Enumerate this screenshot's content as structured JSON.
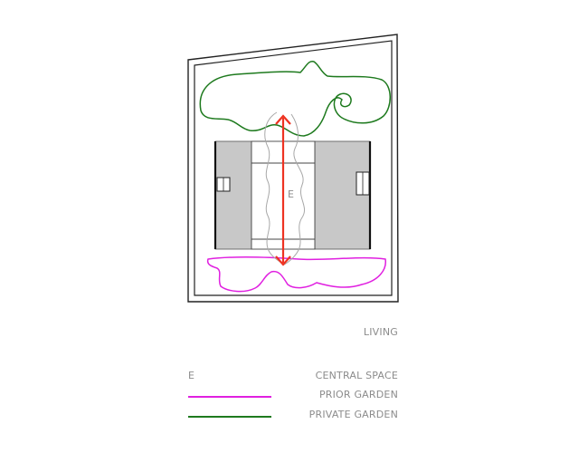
{
  "plan": {
    "central_marker": "E",
    "caption": "LIVING"
  },
  "legend": {
    "items": [
      {
        "symbol": "E",
        "label": "CENTRAL SPACE"
      },
      {
        "symbol": "line",
        "color": "#e020e0",
        "label": "PRIOR GARDEN"
      },
      {
        "symbol": "line",
        "color": "#1e7a1e",
        "label": "PRIVATE GARDEN"
      }
    ]
  },
  "colors": {
    "outline": "#222222",
    "building": "#c8c8c8",
    "central_arrow": "#ee3322",
    "prior_garden": "#e020e0",
    "private_garden": "#1e7a1e",
    "path": "#a8a8a8",
    "label": "#8c8c8c"
  }
}
